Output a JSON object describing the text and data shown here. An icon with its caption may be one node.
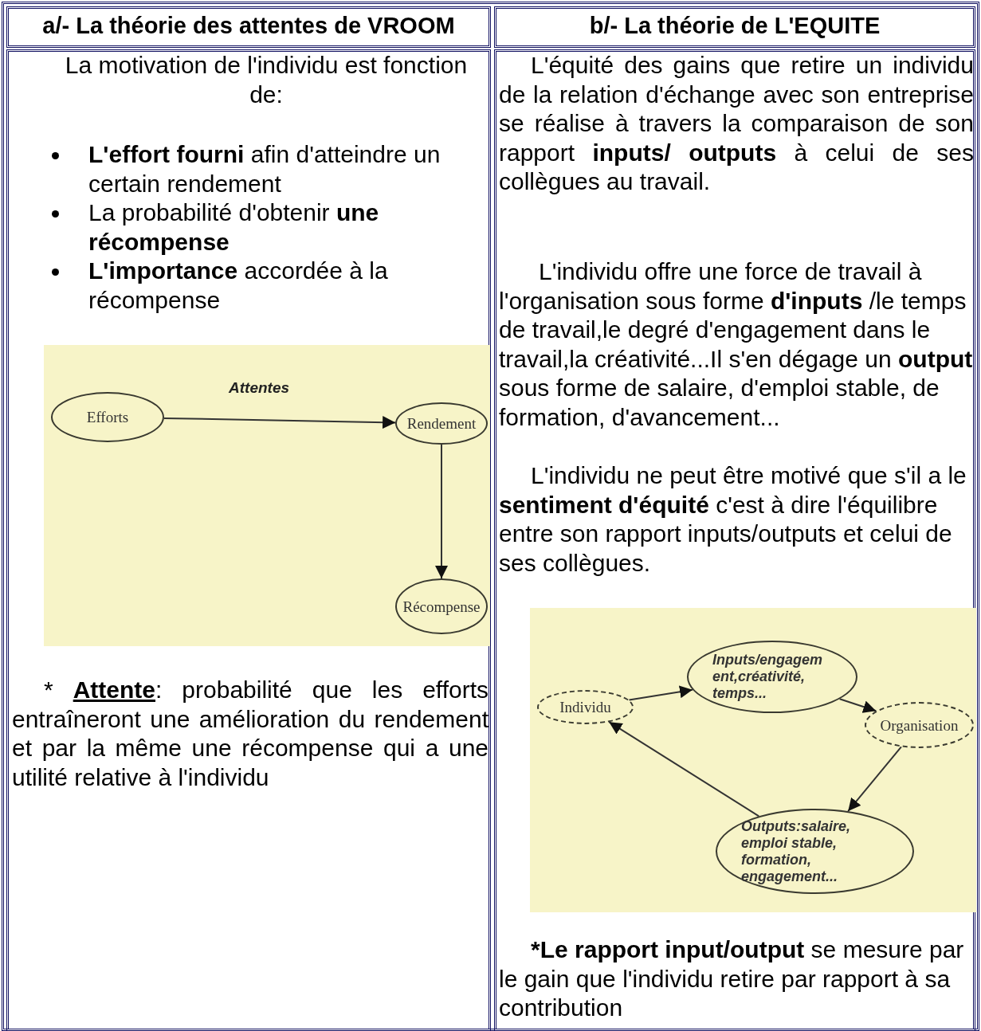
{
  "diagram": {
    "nodes": [
      {
        "text": [
          "Efforts"
        ]
      },
      {
        "text": [
          "Rendement"
        ]
      },
      {
        "text": [
          "Récompense"
        ]
      },
      {
        "text": [
          "Individu"
        ]
      },
      {
        "text": [
          "Inputs/engagem ent,créativité, temps..."
        ]
      },
      {
        "text": [
          "Organisation"
        ]
      },
      {
        "text": [
          "Outputs:salaire, emploi stable, formation, engagement..."
        ]
      }
    ],
    "edges": [
      {
        "from": 0,
        "to": 1,
        "arrow": "to",
        "label": "Attentes"
      },
      {
        "from": 1,
        "to": 2,
        "arrow": "to"
      },
      {
        "from": 3,
        "to": 4,
        "arrow": "to"
      },
      {
        "from": 4,
        "to": 5,
        "arrow": "to"
      },
      {
        "from": 5,
        "to": 6,
        "arrow": "to"
      },
      {
        "from": 6,
        "to": 3,
        "arrow": "to"
      }
    ],
    "labels": [
      "a/- La théorie des attentes de VROOM",
      "b/- La théorie de L'EQUITE",
      "La motivation de l'individu est fonction de:",
      "**L'effort fourni** afin d'atteindre un certain rendement",
      "La probabilité d'obtenir **une récompense**",
      "**L'importance** accordée à la récompense",
      "* **Attente**: probabilité que les efforts entraîneront une amélioration du rendement et par la même une récompense qui a une utilité relative à l'individu",
      "L'équité des gains que retire un individu de la relation d'échange avec son entreprise se réalise à travers la comparaison de son rapport **inputs/ outputs** à celui de ses collègues au travail.",
      "L'individu offre une force de travail à l'organisation sous forme **d'inputs** /le temps de travail,le degré d'engagement dans le travail,la créativité...Il s'en dégage un **output** sous forme de salaire, d'emploi stable, de formation, d'avancement...",
      "L'individu ne peut être motivé que s'il a le **sentiment d'équité** c'est à dire l'équilibre entre son rapport inputs/outputs et celui de ses collègues.",
      "***Le rapport input/output** se mesure par le gain que l'individu retire par rapport à sa contribution"
    ]
  }
}
